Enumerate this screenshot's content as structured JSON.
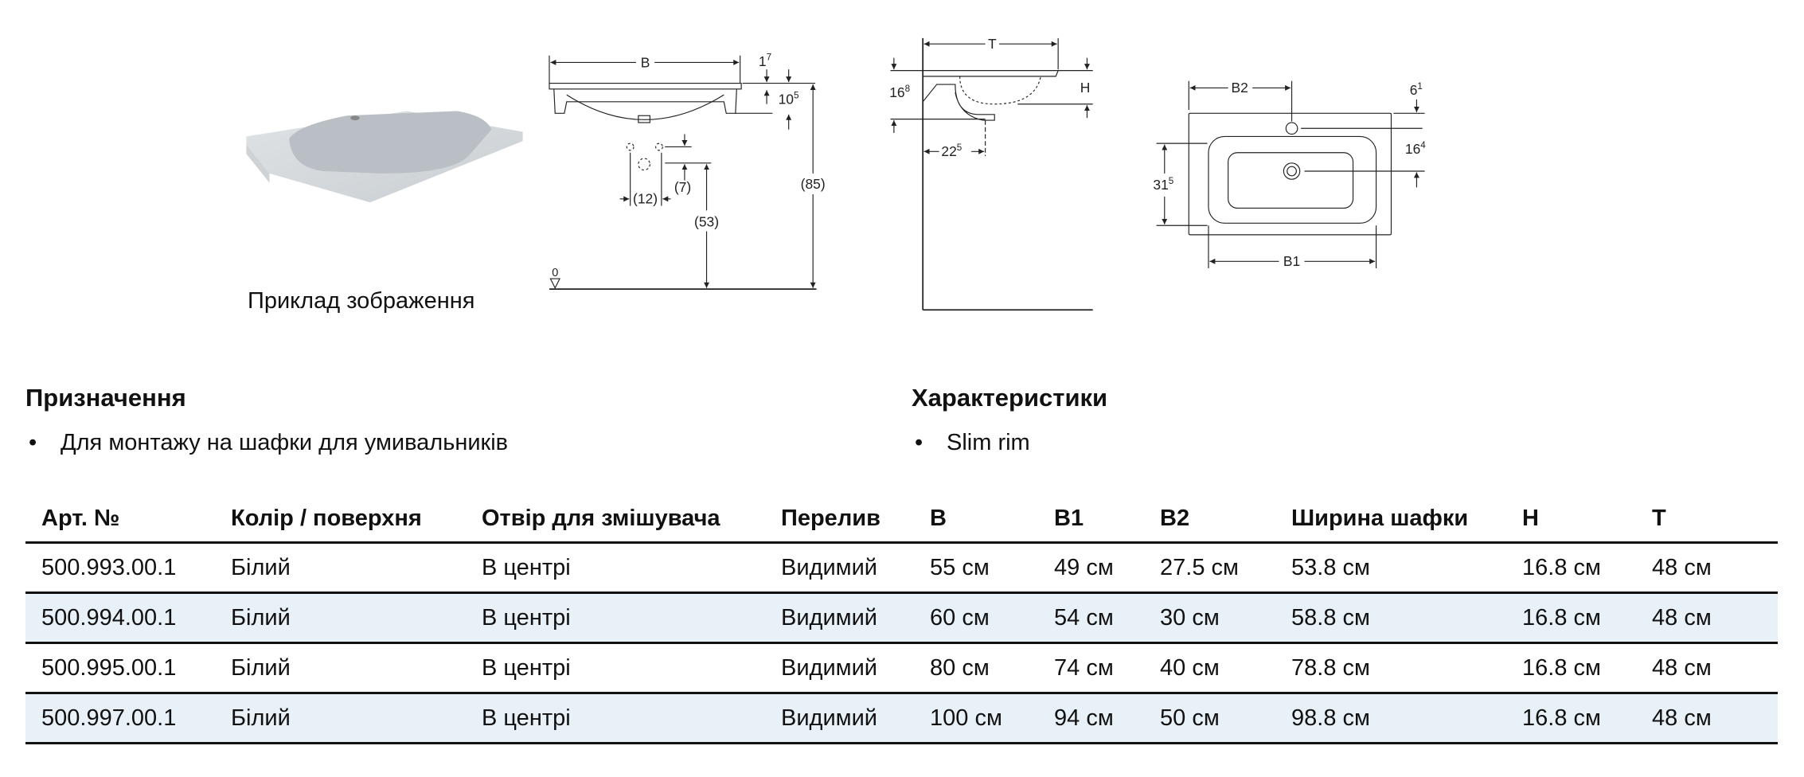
{
  "image_caption": "Приклад зображення",
  "front_view": {
    "width_label": "B",
    "rim": {
      "main": "1",
      "sup": "7"
    },
    "depth": {
      "main": "10",
      "sup": "5"
    },
    "height_total": "(85)",
    "height_outlet": "(53)",
    "outlet_spacing": "(12)",
    "outlet_offset": "(7)",
    "floor_label": "0"
  },
  "side_view": {
    "depth_label": "T",
    "height_label": "H",
    "height": {
      "main": "16",
      "sup": "8"
    },
    "drain_offset": {
      "main": "22",
      "sup": "5"
    }
  },
  "top_view": {
    "b2_label": "B2",
    "b1_label": "B1",
    "tap_offset": {
      "main": "6",
      "sup": "1"
    },
    "drain_offset": {
      "main": "16",
      "sup": "4"
    },
    "bowl_depth": {
      "main": "31",
      "sup": "5"
    }
  },
  "purpose": {
    "title": "Призначення",
    "items": [
      "Для монтажу на шафки для умивальників"
    ]
  },
  "features": {
    "title": "Характеристики",
    "items": [
      "Slim rim"
    ]
  },
  "table": {
    "headers": [
      "Арт. №",
      "Колір / поверхня",
      "Отвір для змішувача",
      "Перелив",
      "B",
      "B1",
      "B2",
      "Ширина шафки",
      "H",
      "T"
    ],
    "rows": [
      [
        "500.993.00.1",
        "Білий",
        "В центрі",
        "Видимий",
        "55 см",
        "49 см",
        "27.5 см",
        "53.8 см",
        "16.8 см",
        "48 см"
      ],
      [
        "500.994.00.1",
        "Білий",
        "В центрі",
        "Видимий",
        "60 см",
        "54 см",
        "30 см",
        "58.8 см",
        "16.8 см",
        "48 см"
      ],
      [
        "500.995.00.1",
        "Білий",
        "В центрі",
        "Видимий",
        "80 см",
        "74 см",
        "40 см",
        "78.8 см",
        "16.8 см",
        "48 см"
      ],
      [
        "500.997.00.1",
        "Білий",
        "В центрі",
        "Видимий",
        "100 см",
        "94 см",
        "50 см",
        "98.8 см",
        "16.8 см",
        "48 см"
      ]
    ]
  },
  "colors": {
    "alt_row": "#e8f0f8",
    "line": "#111111"
  }
}
